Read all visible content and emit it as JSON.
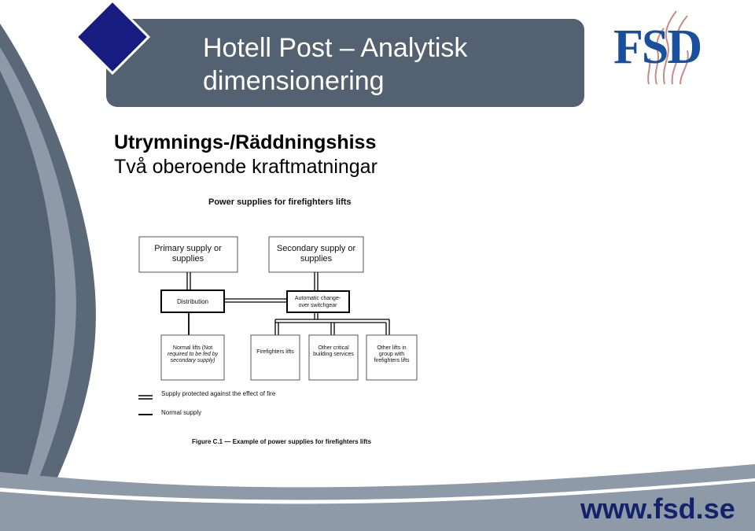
{
  "slide": {
    "title": "Hotell Post – Analytisk dimensionering",
    "heading": "Utrymnings-/Räddningshiss",
    "subheading": "Två oberoende kraftmatningar",
    "logo_text": "FSD",
    "footer_url": "www.fsd.se"
  },
  "diagram": {
    "title": "Power supplies for firefighters lifts",
    "nodes": {
      "primary": [
        "Primary supply or",
        "supplies"
      ],
      "secondary": [
        "Secondary supply or",
        "supplies"
      ],
      "distribution": "Distribution",
      "switchgear": [
        "Automatic change-",
        "over switchgear"
      ],
      "normal_lifts": [
        "Normal lifts (Not",
        "required to be fed by",
        "secondary supply)"
      ],
      "firefighters_lifts": "Firefighters lifts",
      "other_critical": [
        "Other critical",
        "building services"
      ],
      "other_lifts": [
        "Other lifts in",
        "group with",
        "firefighters lifts"
      ]
    },
    "legend": {
      "protected": "Supply protected against the effect of fire",
      "normal": "Normal supply"
    },
    "caption": "Figure C.1 — Example of power supplies for firefighters lifts"
  },
  "colors": {
    "title_box": "#536170",
    "diamond": "#171d80",
    "band_dark": "#5a6878",
    "band_light": "#8e9aa8",
    "footer_text": "#14226b",
    "logo_blue": "#1a4f9c",
    "logo_flame": "#c98a86"
  }
}
